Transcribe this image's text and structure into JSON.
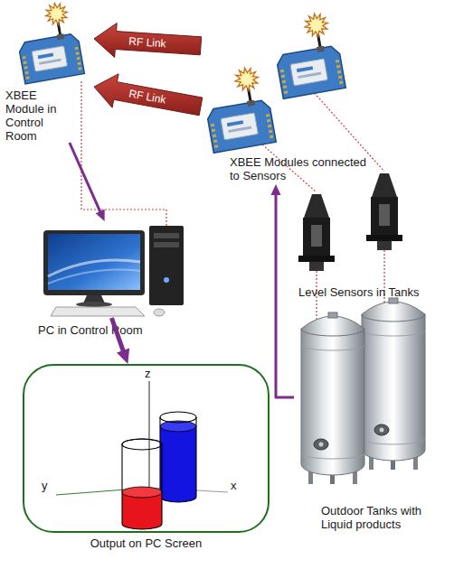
{
  "diagram": {
    "nodes": [
      {
        "text": [
          "XBEE Module in Control Room"
        ]
      },
      {
        "text": [
          "XBEE Modules connected to Sensors"
        ]
      },
      {
        "text": [
          "Level Sensors in Tanks"
        ]
      },
      {
        "text": [
          "Outdoor Tanks with Liquid products"
        ]
      },
      {
        "text": [
          "PC in Control Room"
        ]
      },
      {
        "text": [
          "Output on PC Screen"
        ]
      }
    ],
    "edges": [
      {
        "from": 1,
        "to": 0,
        "label": "RF Link",
        "arrow": "to"
      },
      {
        "from": 1,
        "to": 0,
        "label": "RF Link",
        "arrow": "to"
      },
      {
        "from": 0,
        "to": 4,
        "arrow": "to"
      },
      {
        "from": 4,
        "to": 5,
        "arrow": "to"
      },
      {
        "from": 3,
        "to": 1,
        "arrow": "to"
      }
    ],
    "labels": [
      "z",
      "y",
      "x"
    ]
  }
}
